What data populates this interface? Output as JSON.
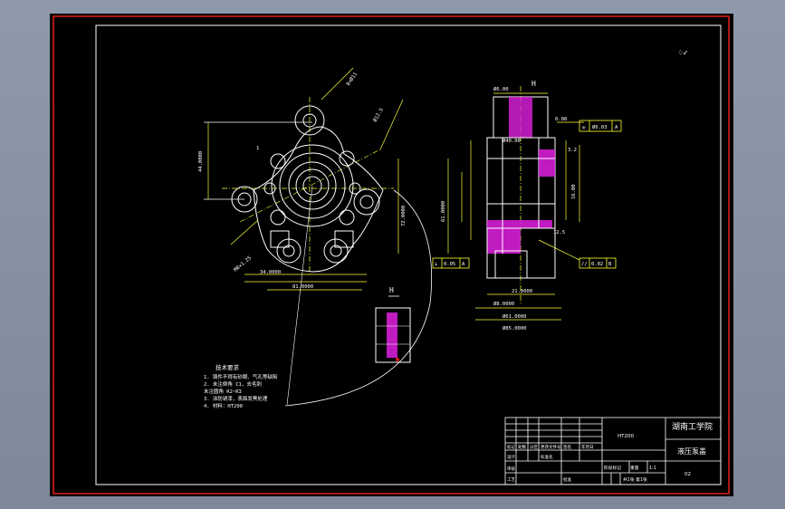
{
  "drawing": {
    "check_mark": "♢✓",
    "view_labels": {
      "top_section": "H",
      "detail": "H",
      "balloon": "1"
    },
    "dimensions": {
      "left_view": [
        "Ø12.5",
        "8×Ø11",
        "44.0000",
        "81.0000",
        "34.0000",
        "72.0000",
        "M8×1.25"
      ],
      "right_view": [
        "Ø6.00",
        "Ø40.00",
        "0.08",
        "16.00",
        "61.0000",
        "Ø8.0000",
        "Ø85.0000",
        "Ø61.0000",
        "21.0000",
        "3.2",
        "12.5",
        "3.2",
        "Ø0.03",
        "A"
      ]
    },
    "tolerance_frames": [
      {
        "symbol": "◎",
        "value": "Ø0.03",
        "datum": "A"
      },
      {
        "symbol": "⊥",
        "value": "0.05",
        "datum": "A"
      },
      {
        "symbol": "//",
        "value": "0.02",
        "datum": "B"
      }
    ],
    "notes": {
      "heading": "技术要求",
      "lines": [
        "1. 铸件不得有砂眼、气孔等缺陷",
        "2. 未注倒角 C1，去毛刺",
        "   未注圆角 R2~R3",
        "3. 涂防锈漆，表面发黑处理",
        "4. 材料：HT200"
      ]
    }
  },
  "title_block": {
    "school": "湖南工学院",
    "part_name": "液压泵盖",
    "material": "HT200",
    "scale": "1:1",
    "sheet_info": "共1张 第1张",
    "drawing_no": "02",
    "header_row": [
      "标记",
      "处数",
      "分区",
      "更改文件号",
      "签名",
      "年月日"
    ],
    "roles": [
      "设计",
      "审核",
      "工艺"
    ],
    "small_labels": [
      "标准化",
      "批准",
      "阶段标记",
      "重量",
      "比例"
    ]
  },
  "colors": {
    "background": "#000000",
    "frame": "#d81c1c",
    "line": "#ffffff",
    "dimension": "#ffff33",
    "hatch": "#e020e0",
    "center": "#ffff33"
  }
}
